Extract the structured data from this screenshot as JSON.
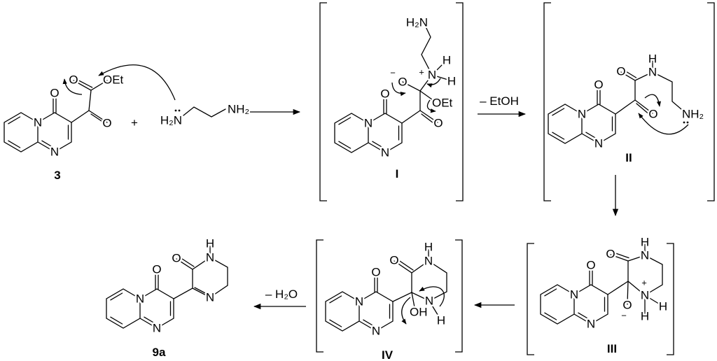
{
  "atoms": {
    "N": "N",
    "O": "O",
    "OEt": "OEt",
    "H": "H",
    "H2N": "H₂N",
    "NH2": "NH₂",
    "OH": "OH",
    "plus": "+",
    "minus": "−"
  },
  "reagents": {
    "plus_sign": "+",
    "minus_etoh": "– EtOH",
    "minus_h2o": "– H₂O"
  },
  "compounds": {
    "start": "3",
    "int1": "I",
    "int2": "II",
    "int3": "III",
    "int4": "IV",
    "product": "9a"
  }
}
